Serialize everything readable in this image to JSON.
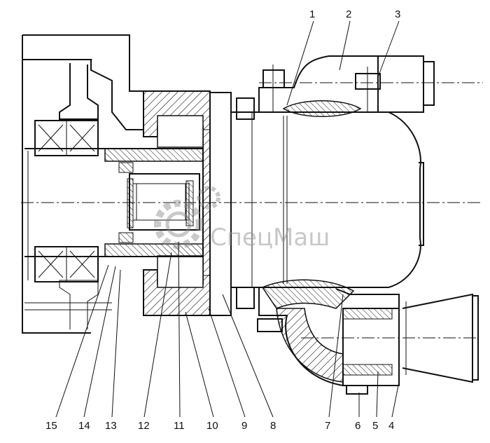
{
  "figure": {
    "callouts": [
      "1",
      "2",
      "3",
      "4",
      "5",
      "6",
      "7",
      "8",
      "9",
      "10",
      "11",
      "12",
      "13",
      "14",
      "15"
    ]
  },
  "watermark": {
    "text": "СпецМаш",
    "icon": "gear-icon"
  },
  "colors": {
    "line": "#111111",
    "background": "#ffffff",
    "watermark": "#9a9a9a"
  }
}
